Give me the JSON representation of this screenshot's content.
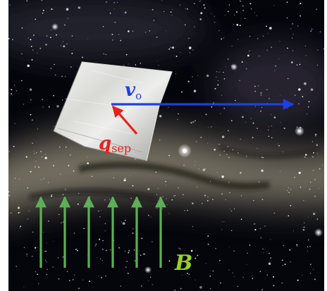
{
  "scene": {
    "background": "starfield-milky-way",
    "object": "foil-sail-sheet"
  },
  "labels": {
    "velocity": {
      "main": "v",
      "sub": "o"
    },
    "separation": {
      "main": "q",
      "sub": "sep"
    },
    "field": {
      "main": "B"
    }
  },
  "colors": {
    "velocity_arrow": "#1f3fe0",
    "separation_arrow": "#e8201a",
    "field_arrows": "#5fae5a",
    "field_label": "#9bd21a",
    "sky_dark": "#05060c"
  },
  "field_arrow_count": 6
}
